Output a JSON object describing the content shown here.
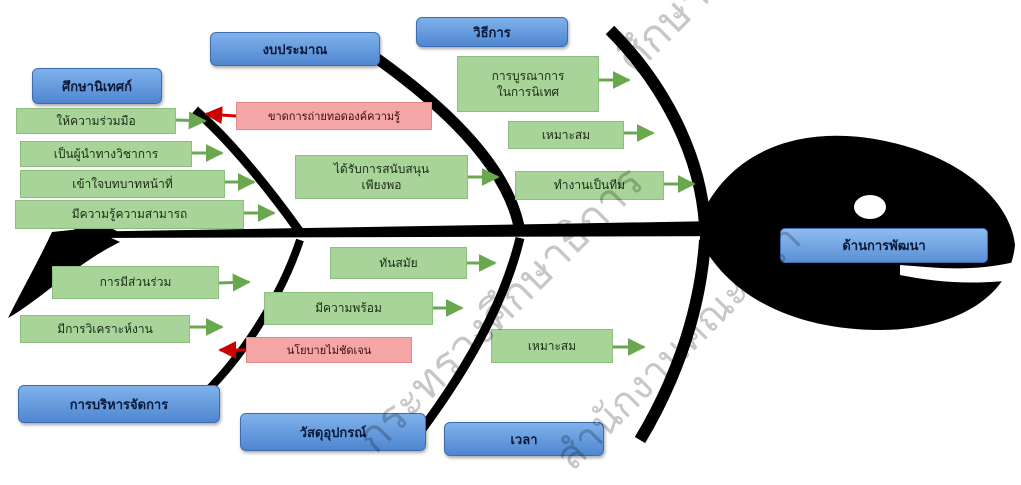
{
  "diagram": {
    "effect": "ด้านการพัฒนา",
    "categories": {
      "knowledge": "ศึกษานิเทศก์",
      "budget": "งบประมาณ",
      "method": "วิธีการ",
      "management": "การบริหารจัดการ",
      "materials": "วัสดุอุปกรณ์",
      "time": "เวลา"
    },
    "causes": {
      "cooperate": "ให้ความร่วมมือ",
      "academic_leader": "เป็นผู้นำทางวิชาการ",
      "understand_role": "เข้าใจบทบาทหน้าที่",
      "capable": "มีความรู้ความสามารถ",
      "participation": "การมีส่วนร่วม",
      "analysis": "มีการวิเคราะห์งาน",
      "budget_support_line1": "ได้รับการสนับสนุน",
      "budget_support_line2": "เพียงพอ",
      "up_to_date": "ทันสมัย",
      "ready": "มีความพร้อม",
      "integration_line1": "การบูรณาการ",
      "integration_line2": "ในการนิเทศ",
      "suitable_method": "เหมาะสม",
      "teamwork": "ทำงานเป็นทีม",
      "suitable_time": "เหมาะสม"
    },
    "negatives": {
      "lack_knowledge": "ขาดการถ่ายทอดองค์ความรู้",
      "unclear_policy": "นโยบายไม่ชัดเจน"
    },
    "colors": {
      "category_fill": "#5b8fd4",
      "cause_fill": "#a8d49a",
      "negative_fill": "#f4a6a6",
      "green_arrow": "#6aa84f",
      "red_arrow": "#cc0000",
      "fish": "#000000"
    }
  },
  "watermark": {
    "line1": "ศึกษานิเทศก์",
    "line2": "กระทรวงศึกษาธิการ",
    "line3": "สำนักงานคณะผู้นำ"
  }
}
